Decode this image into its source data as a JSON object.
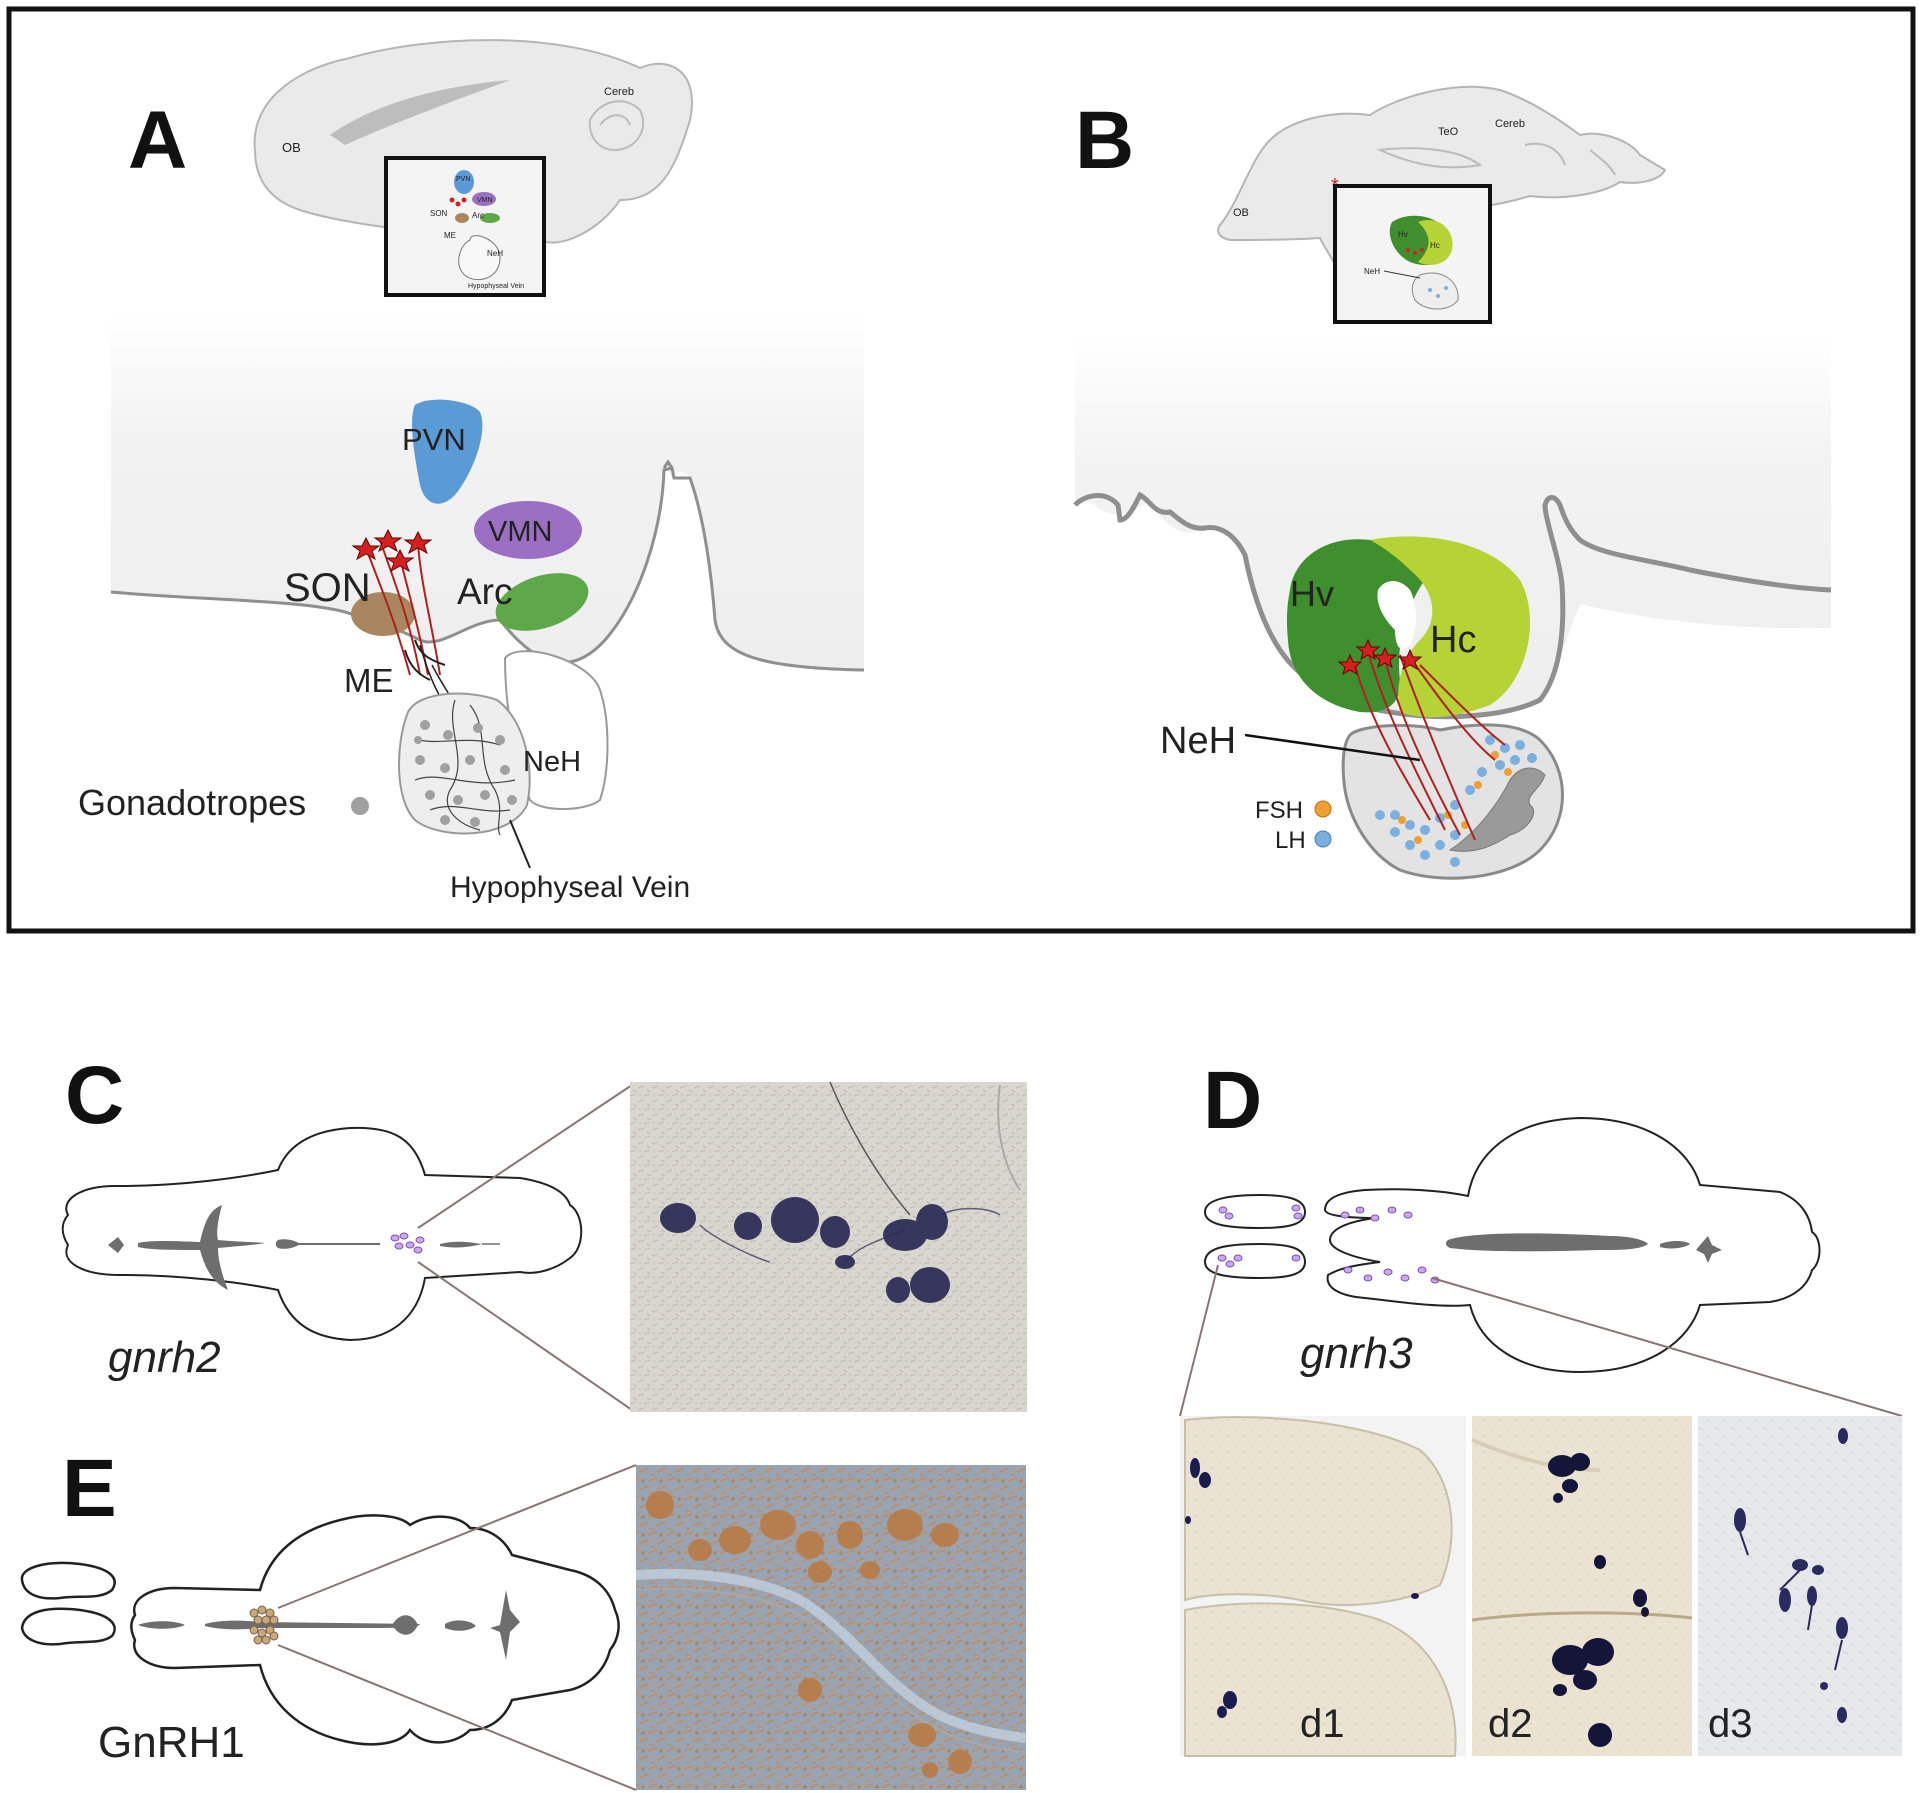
{
  "panels": {
    "A": {
      "letter": "A",
      "overview_labels": {
        "ob": "OB",
        "cereb": "Cereb",
        "pvn": "PVN",
        "vmn": "VMN",
        "son": "SON",
        "arc": "Arc",
        "me": "ME",
        "neh": "NeH",
        "vein": "Hypophyseal Vein"
      },
      "labels": {
        "pvn": "PVN",
        "vmn": "VMN",
        "son": "SON",
        "arc": "Arc",
        "me": "ME",
        "neh": "NeH",
        "gonadotropes": "Gonadotropes",
        "vein": "Hypophyseal Vein"
      }
    },
    "B": {
      "letter": "B",
      "overview_labels": {
        "ob": "OB",
        "teo": "TeO",
        "cereb": "Cereb",
        "hv": "Hv",
        "hc": "Hc",
        "neh": "NeH"
      },
      "labels": {
        "hv": "Hv",
        "hc": "Hc",
        "neh": "NeH",
        "fsh": "FSH",
        "lh": "LH"
      }
    },
    "C": {
      "letter": "C",
      "gene": "gnrh2"
    },
    "D": {
      "letter": "D",
      "gene": "gnrh3",
      "subpanels": [
        "d1",
        "d2",
        "d3"
      ]
    },
    "E": {
      "letter": "E",
      "gene": "GnRH1"
    }
  },
  "colors": {
    "brain_fill": "#ececec",
    "brain_stroke": "#999999",
    "pvn": "#5b9bd5",
    "vmn": "#9b6fc2",
    "arc": "#5fa84a",
    "son": "#a9865d",
    "hv": "#3f8f2f",
    "hc": "#b5d334",
    "neurons": "#d42020",
    "fsh": "#f0a030",
    "lh": "#7ab0e0",
    "stain_blue": "#2a2a55",
    "stain_brown": "#b87a45"
  }
}
